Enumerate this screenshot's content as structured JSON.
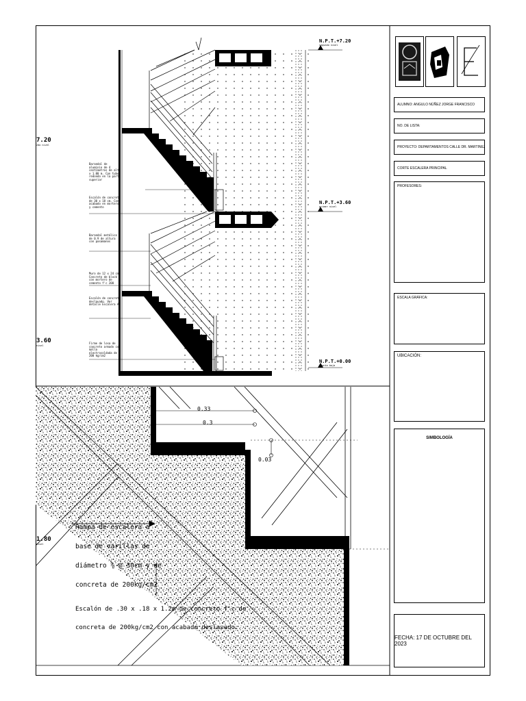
{
  "title_block": {
    "alumno": "ALUMNO: ANGULO NÚÑEZ JORGE FRANCISCO",
    "no_lista": "NO. DE LISTA:",
    "proyecto": "PROYECTO: DEPARTAMENTOS CALLE DR. MARTINEZ DEL RÍO",
    "plano": "CORTE ESCALERA PRINCIPAL",
    "profesores": "PROFESORES:",
    "escala": "ESCALA GRÁFICA:",
    "ubicacion": "UBICACIÓN:",
    "simbologia": "SIMBOLOGÍA",
    "fecha": "FECHA: 17 DE OCTUBRE DEL 2023"
  },
  "section": {
    "levels": {
      "top": "N.P.T.+7.20",
      "top_sub": "segundo nivel",
      "mid": "N.P.T.+3.60",
      "mid_sub": "primer nivel",
      "bottom": "N.P.T.+0.00",
      "bottom_sub": "planta baja",
      "left_top": "7.20",
      "left_top_sub": "2do nivel",
      "left_bottom": "3.60",
      "left_bottom_sub": "nivel"
    },
    "notes": [
      "Barandal de aluminio de 4 centímetros de alto x 1.00 m. Con tubo redondo en la parte superior",
      "Escalón de concreto de 30 x 18 cm. Con acabado en mortero y cemento",
      "Barandal metálico de 0.9 de altura con pasamanos",
      "Muro de 12 x 24 cm. Concreto de block con mortero de cemento f'c 200",
      "Escalón de concreto deslavado. Ver detalle Escalera A",
      "Firme de losa de concreto armado con malla electrosoldada de 200 kg/cm2"
    ]
  },
  "detail": {
    "dim_1": "0.33",
    "dim_2": "0.3",
    "dim_3": "0.03",
    "level_left": "1.80",
    "level_left_sub": "nivel",
    "note_lines": [
      "Rampa de escalera a",
      "base de varillas de",
      "diámetro ⅜ @ 30cm y de",
      "concreta de 200kg/cm2"
    ],
    "note2_lines": [
      "Escalón de .30 x .18 x 1.2m de concreto f'c de",
      "concreta de 200kg/cm2 con acabado deslavado."
    ]
  }
}
